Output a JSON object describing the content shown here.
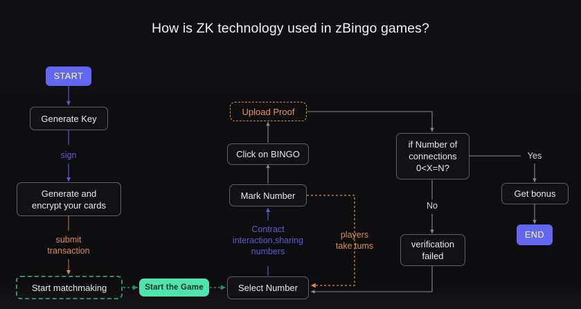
{
  "diagram": {
    "title": "How is ZK technology used in zBingo games?",
    "type": "flowchart",
    "background_color": "#0d0d0f",
    "colors": {
      "accent_indigo": "#6366f1",
      "accent_green": "#4fe3ad",
      "accent_orange": "#e08a4e",
      "dashed_green_border": "#2f8f6d",
      "node_border": "#606066",
      "text": "#e8e8ea"
    },
    "nodes": [
      {
        "id": "start",
        "label": "START",
        "style": "pill-indigo"
      },
      {
        "id": "generate_key",
        "label": "Generate Key",
        "style": "outline"
      },
      {
        "id": "encrypt",
        "label": "Generate and\nencrypt your cards",
        "style": "outline"
      },
      {
        "id": "matchmaking",
        "label": "Start matchmaking",
        "style": "dashed-green"
      },
      {
        "id": "start_game",
        "label": "Start the Game",
        "style": "pill-green"
      },
      {
        "id": "select_number",
        "label": "Select Number",
        "style": "outline"
      },
      {
        "id": "mark_number",
        "label": "Mark Number",
        "style": "outline"
      },
      {
        "id": "click_bingo",
        "label": "Click on BINGO",
        "style": "outline"
      },
      {
        "id": "upload_proof",
        "label": "Upload Proof",
        "style": "dashed-orange"
      },
      {
        "id": "decision",
        "label": "if Number of\nconnections\n0<X=N?",
        "style": "outline"
      },
      {
        "id": "get_bonus",
        "label": "Get bonus",
        "style": "outline"
      },
      {
        "id": "verif_failed",
        "label": "verification\nfailed",
        "style": "outline"
      },
      {
        "id": "end",
        "label": "END",
        "style": "pill-indigo"
      }
    ],
    "edge_labels": [
      {
        "id": "sign",
        "text": "sign",
        "color": "indigo"
      },
      {
        "id": "submit_tx",
        "text": "submit\ntransaction",
        "color": "orange"
      },
      {
        "id": "contract",
        "text": "Contract\ninteraction,sharing\nnumbers",
        "color": "indigo"
      },
      {
        "id": "take_turns",
        "text": "players\ntake tums",
        "color": "orange"
      },
      {
        "id": "yes",
        "text": "Yes",
        "color": "white"
      },
      {
        "id": "no",
        "text": "No",
        "color": "white"
      }
    ]
  }
}
